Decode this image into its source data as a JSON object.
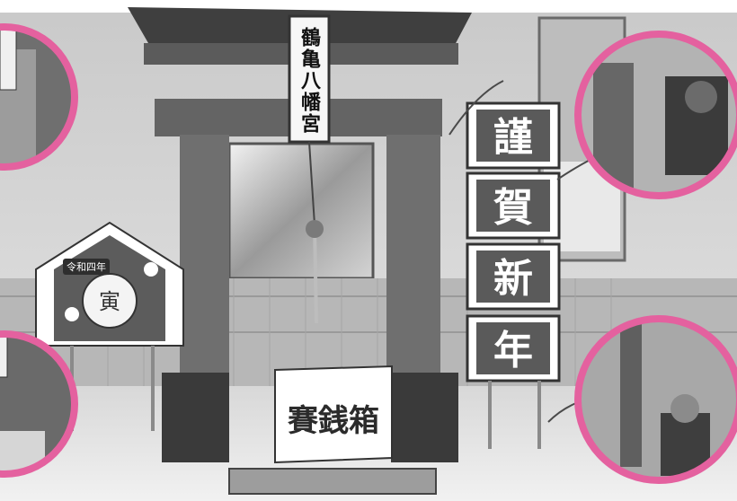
{
  "photo": {
    "plaque_text": "鶴亀八幡宮",
    "banner_chars": [
      "謹",
      "賀",
      "新",
      "年"
    ],
    "ema_label": "令和四年",
    "ema_glyph": "寅",
    "box_label": "賽銭箱",
    "circle_border_color": "#e4619f"
  }
}
